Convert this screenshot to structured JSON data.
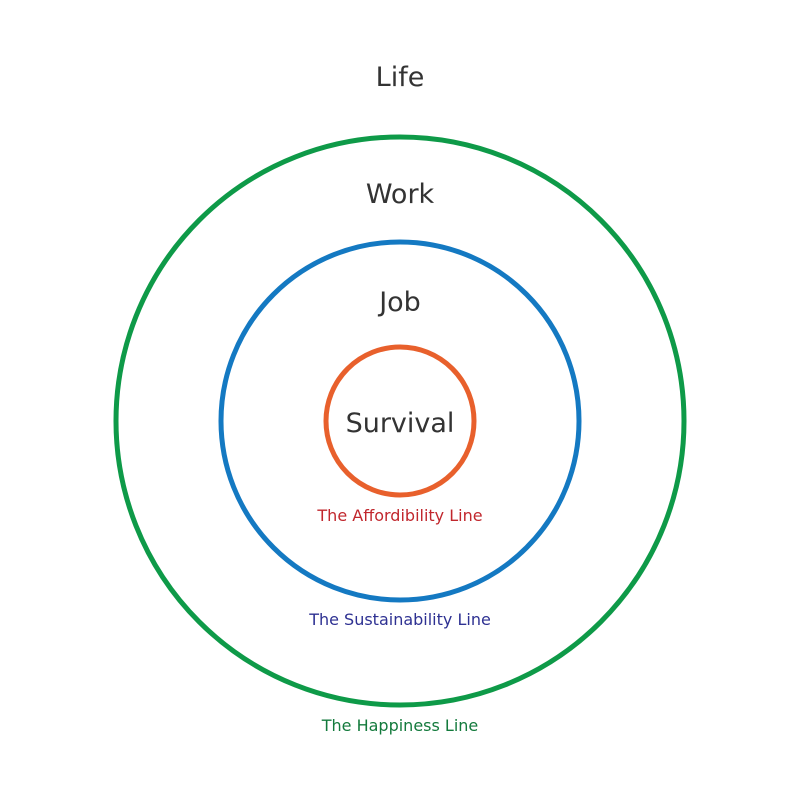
{
  "zones": {
    "life": "Life",
    "work": "Work",
    "job": "Job",
    "survival": "Survival"
  },
  "lines": {
    "affordability": "The Affordibility Line",
    "sustainability": "The Sustainability Line",
    "happiness": "The Happiness Line"
  },
  "colors": {
    "outer_ring": "#0e9a48",
    "middle_ring": "#1479c2",
    "inner_ring": "#e8602c",
    "affordability_text": "#c1272d",
    "sustainability_text": "#2e3192",
    "happiness_text": "#137a3c",
    "zone_text": "#333333"
  }
}
